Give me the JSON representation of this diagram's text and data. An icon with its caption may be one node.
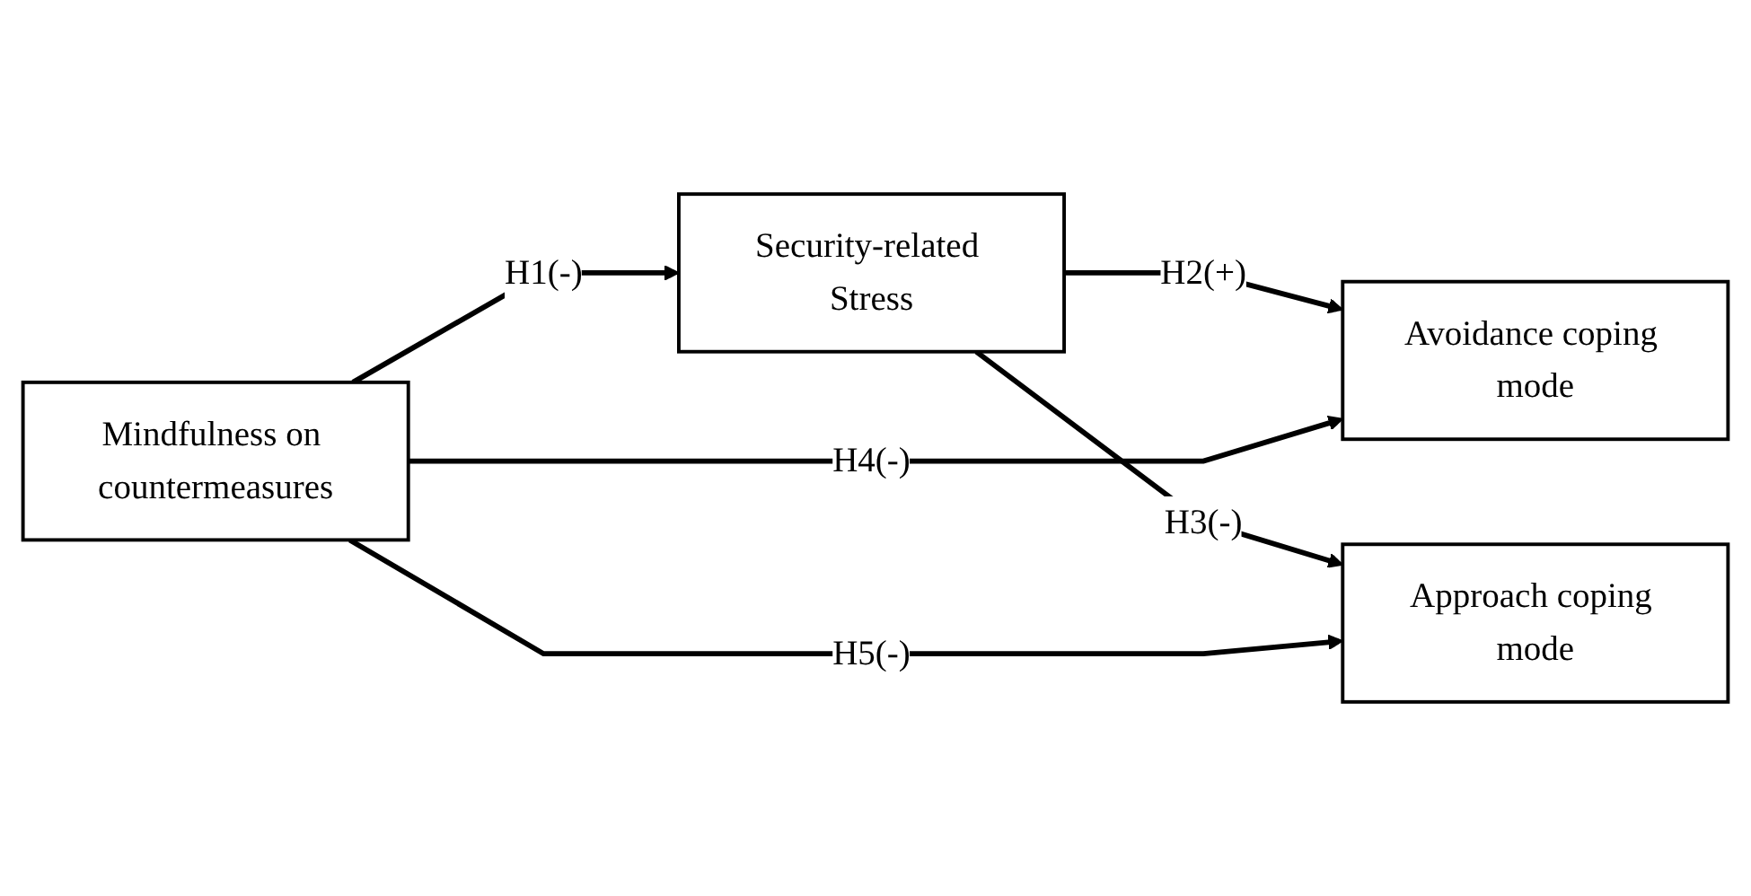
{
  "diagram": {
    "nodes": [
      {
        "text": [
          "Mindfulness on countermeasures"
        ]
      },
      {
        "text": [
          "Security-related Stress"
        ]
      },
      {
        "text": [
          "Avoidance coping mode"
        ]
      },
      {
        "text": [
          "Approach coping mode"
        ]
      }
    ],
    "edges": [
      {
        "from": 0,
        "to": 1,
        "arrow": "to",
        "label": "H1(-)"
      },
      {
        "from": 1,
        "to": 2,
        "arrow": "to",
        "label": "H2(+)"
      },
      {
        "from": 1,
        "to": 3,
        "arrow": "to",
        "label": "H3(-)"
      },
      {
        "from": 0,
        "to": 2,
        "arrow": "to",
        "label": "H4(-)"
      },
      {
        "from": 0,
        "to": 3,
        "arrow": "to",
        "label": "H5(-)"
      }
    ]
  }
}
